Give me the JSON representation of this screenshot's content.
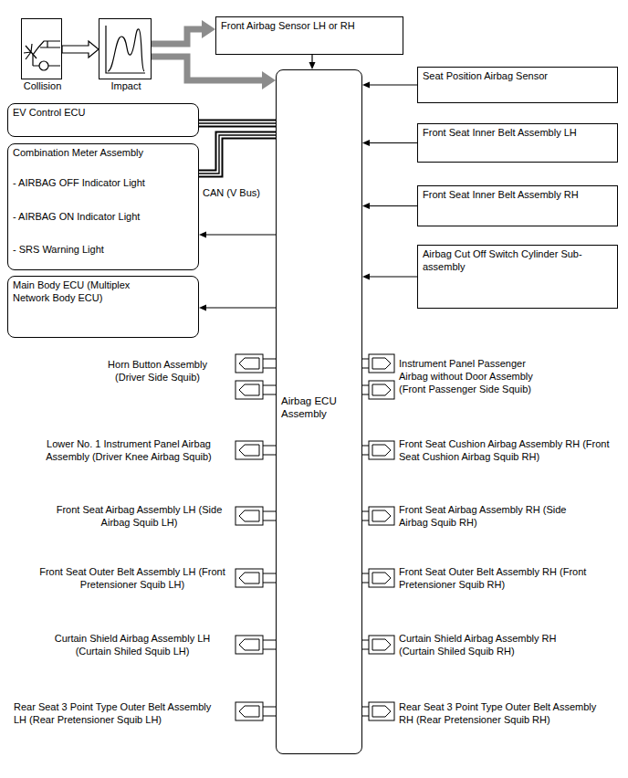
{
  "diagram": {
    "nodes": [
      {
        "text": [
          "Collision"
        ]
      },
      {
        "text": [
          "Impact"
        ]
      },
      {
        "text": [
          "Front Airbag Sensor LH or RH"
        ]
      },
      {
        "text": [
          "Airbag ECU Assembly"
        ]
      },
      {
        "text": [
          "Seat Position Airbag Sensor"
        ]
      },
      {
        "text": [
          "EV Control ECU"
        ]
      },
      {
        "text": [
          "Combination Meter Assembly",
          "- AIRBAG OFF Indicator Light",
          "- AIRBAG ON Indicator Light",
          "- SRS Warning Light"
        ]
      },
      {
        "text": [
          "Front Seat Inner Belt Assembly LH"
        ]
      },
      {
        "text": [
          "Front Seat Inner Belt Assembly RH"
        ]
      },
      {
        "text": [
          "Airbag Cut Off Switch Cylinder Sub-assembly"
        ]
      },
      {
        "text": [
          "Main Body ECU (Multiplex Network Body ECU)"
        ]
      }
    ],
    "edges": [
      {
        "from": 0,
        "to": 1,
        "arrow": "to"
      },
      {
        "from": 1,
        "to": 2,
        "arrow": "to"
      },
      {
        "from": 1,
        "to": 3,
        "arrow": "to"
      },
      {
        "from": 2,
        "to": 3,
        "arrow": "to"
      },
      {
        "from": 4,
        "to": 3,
        "arrow": "to"
      },
      {
        "from": 3,
        "to": 5,
        "arrow": "none"
      },
      {
        "from": 3,
        "to": 6,
        "arrow": "none"
      },
      {
        "from": 3,
        "to": 6,
        "arrow": "to"
      },
      {
        "from": 7,
        "to": 3,
        "arrow": "to"
      },
      {
        "from": 8,
        "to": 3,
        "arrow": "to"
      },
      {
        "from": 9,
        "to": 3,
        "arrow": "to"
      },
      {
        "from": 3,
        "to": 10,
        "arrow": "to"
      }
    ],
    "labels": [
      "CAN (V Bus)",
      "Horn Button Assembly (Driver Side Squib)",
      "Instrument Panel Passenger Airbag without Door Assembly (Front Passenger Side Squib)",
      "Lower No. 1 Instrument Panel Airbag Assembly (Driver Knee Airbag Squib)",
      "Front Seat Cushion Airbag Assembly RH (Front Seat Cushion Airbag Squib RH)",
      "Front Seat Airbag Assembly LH (Side Airbag Squib LH)",
      "Front Seat Airbag Assembly RH (Side Airbag Squib RH)",
      "Front Seat Outer Belt Assembly LH (Front Pretensioner Squib LH)",
      "Front Seat Outer Belt Assembly RH (Front Pretensioner Squib RH)",
      "Curtain Shield Airbag Assembly LH (Curtain Shiled Squib LH)",
      "Curtain Shield Airbag Assembly RH (Curtain Shiled Squib RH)",
      "Rear Seat 3 Point Type Outer Belt Assembly LH (Rear Pretensioner Squib LH)",
      "Rear Seat 3 Point Type Outer Belt Assembly RH (Rear Pretensioner Squib RH)"
    ]
  }
}
